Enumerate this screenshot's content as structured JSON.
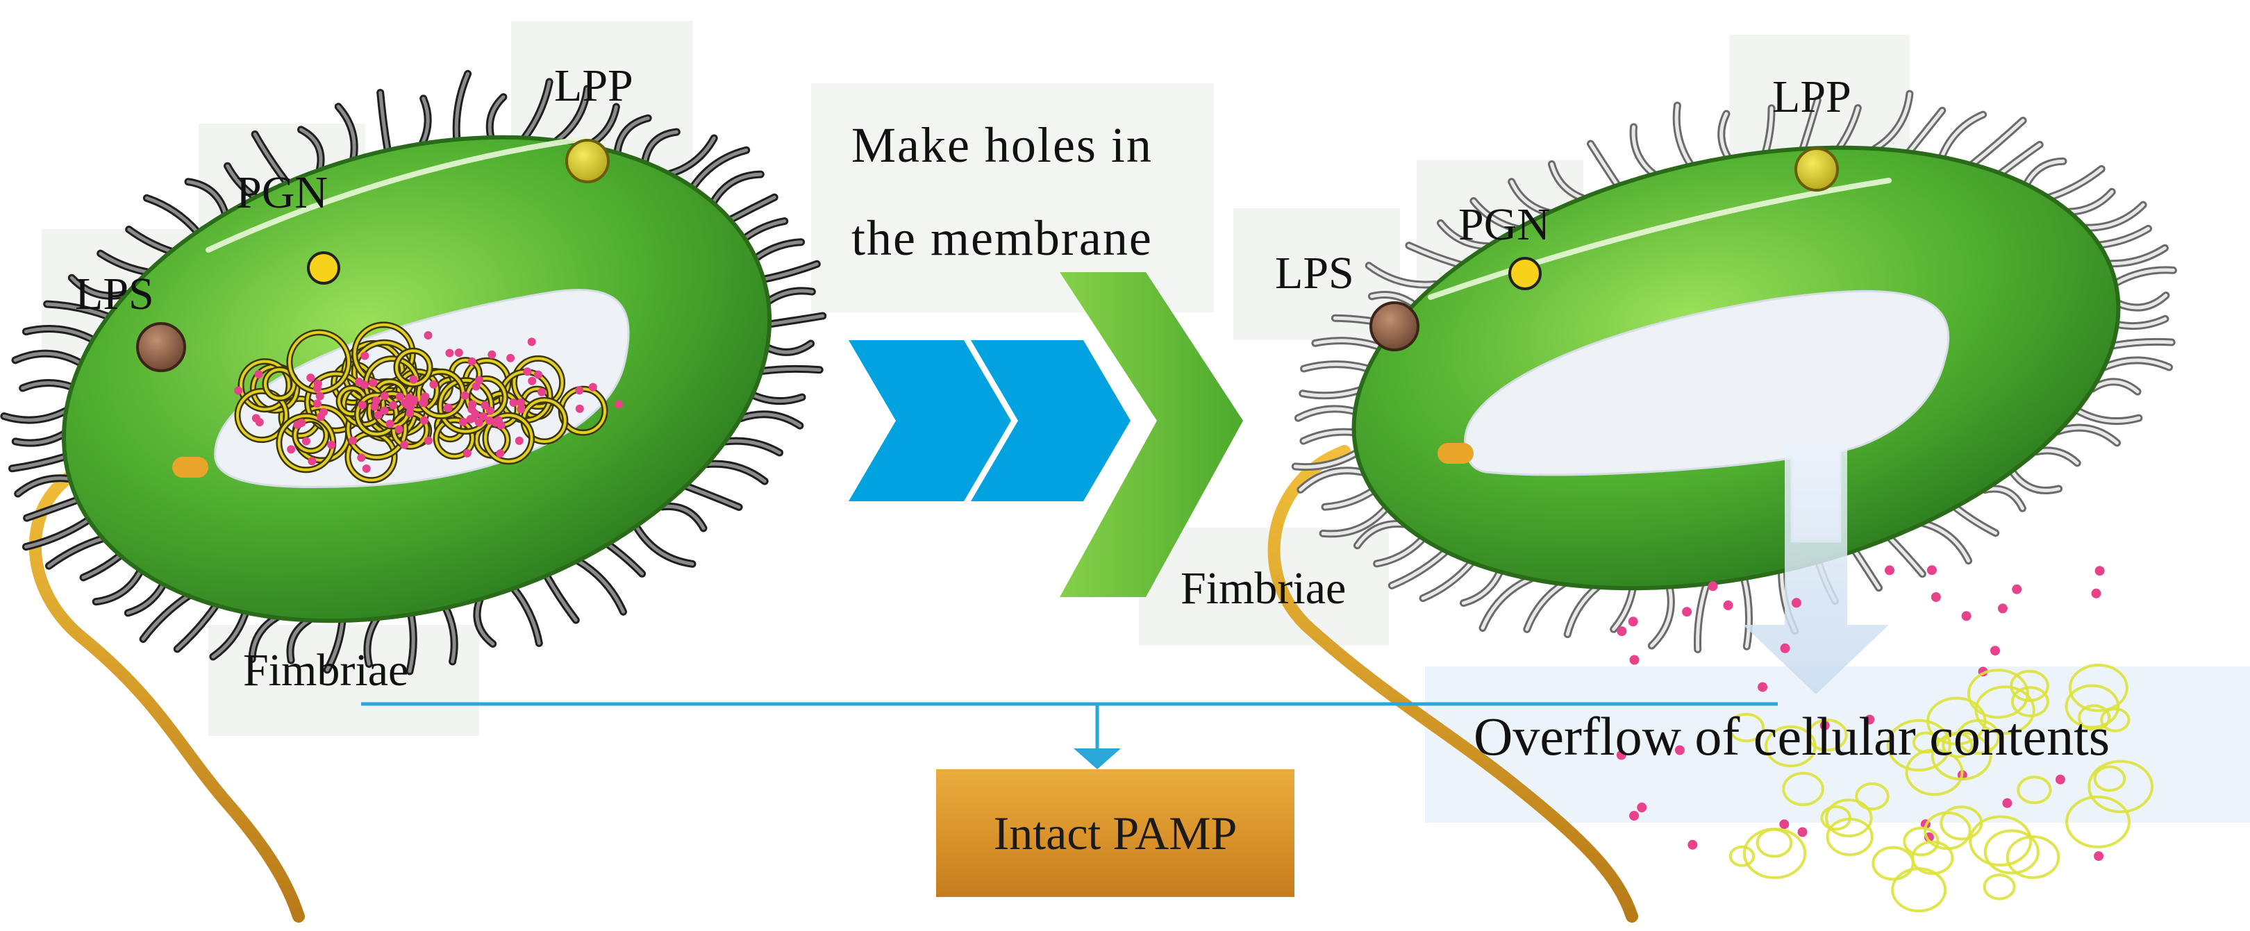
{
  "left_cell": {
    "labels": {
      "lpp": "LPP",
      "pgn": "PGN",
      "lps": "LPS",
      "fimbriae": "Fimbriae"
    }
  },
  "process": {
    "caption_line1": "Make holes in",
    "caption_line2": "the membrane"
  },
  "right_cell": {
    "labels": {
      "lpp": "LPP",
      "pgn": "PGN",
      "lps": "LPS",
      "fimbriae": "Fimbriae"
    },
    "overflow_label": "Overflow of cellular contents"
  },
  "result_box": {
    "label": "Intact PAMP"
  },
  "colors": {
    "cell_green": "#3c9a2a",
    "cell_light": "#8ad04a",
    "cytoplasm": "#eef1f4",
    "dna": "#d8c81c",
    "ribosome": "#e8428c",
    "chevron_blue": "#00a3e0",
    "chevron_green": "#6cc23a",
    "flagellum": "#e8a52a",
    "box_orange": "#d9922a",
    "connector_blue": "#2aa7d8"
  }
}
